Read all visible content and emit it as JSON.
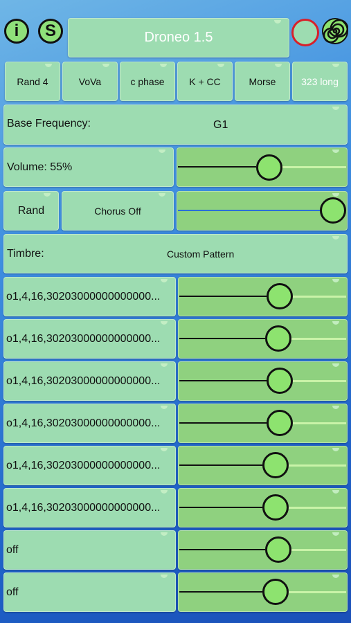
{
  "header": {
    "info_icon_glyph": "i",
    "s_icon_glyph": "S",
    "title": "Droneo 1.5"
  },
  "presets": [
    {
      "label": "Rand 4"
    },
    {
      "label": "VoVa"
    },
    {
      "label": "c phase"
    },
    {
      "label": "K + CC"
    },
    {
      "label": "Morse"
    },
    {
      "label": "323 long"
    }
  ],
  "base_frequency": {
    "label": "Base Frequency:",
    "value": "G1"
  },
  "volume": {
    "label": "Volume:  55%",
    "level": 0.55
  },
  "chorus": {
    "rand_label": "Rand",
    "chorus_label": "Chorus Off",
    "level": 1.0
  },
  "timbre": {
    "label": "Timbre:",
    "value": "Custom Pattern"
  },
  "voices": [
    {
      "pattern": "o1,4,16,30203000000000000...",
      "level": 0.62
    },
    {
      "pattern": "o1,4,16,30203000000000000...",
      "level": 0.61
    },
    {
      "pattern": "o1,4,16,30203000000000000...",
      "level": 0.62
    },
    {
      "pattern": "o1,4,16,30203000000000000...",
      "level": 0.62
    },
    {
      "pattern": "o1,4,16,30203000000000000...",
      "level": 0.59
    },
    {
      "pattern": "o1,4,16,30203000000000000...",
      "level": 0.59
    },
    {
      "pattern": "off",
      "level": 0.61
    },
    {
      "pattern": "off",
      "level": 0.59
    }
  ],
  "colors": {
    "panel": "#9ddcb1",
    "knob": "#8de36f",
    "record_ring": "#d8202a",
    "accent_line": "#2a6fd8"
  }
}
